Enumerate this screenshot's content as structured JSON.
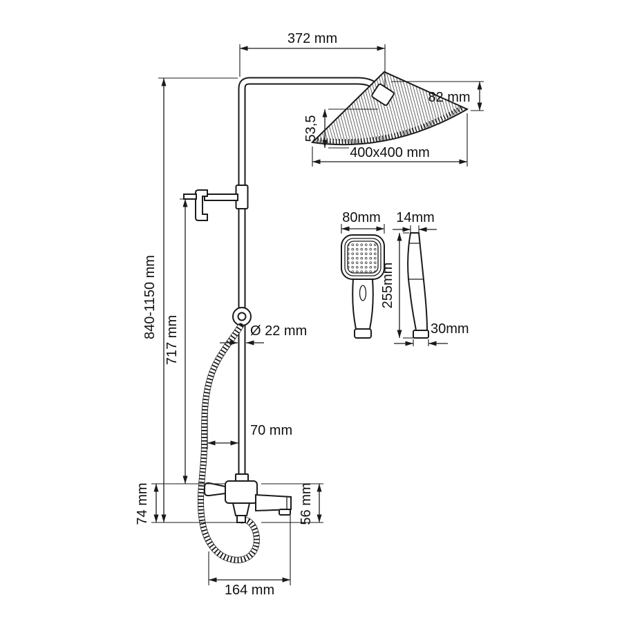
{
  "diagram": {
    "type": "technical-drawing",
    "subject": "shower-column-with-rain-head-handshower-and-spout",
    "colors": {
      "line": "#1a1a1a",
      "background": "#ffffff"
    },
    "dimensions": {
      "arm_width": "372 mm",
      "head_height": "82 mm",
      "head_offset": "53,5",
      "head_size": "400x400 mm",
      "total_height": "840-1150 mm",
      "column_height": "717 mm",
      "pipe_diameter": "Ø 22 mm",
      "handset_width": "80mm",
      "handset_depth": "14mm",
      "handset_length": "255mm",
      "handset_grip_diameter": "30mm",
      "hose_offset": "70 mm",
      "mixer_drop": "74 mm",
      "spout_drop": "56 mm",
      "spout_reach": "164 mm"
    }
  }
}
